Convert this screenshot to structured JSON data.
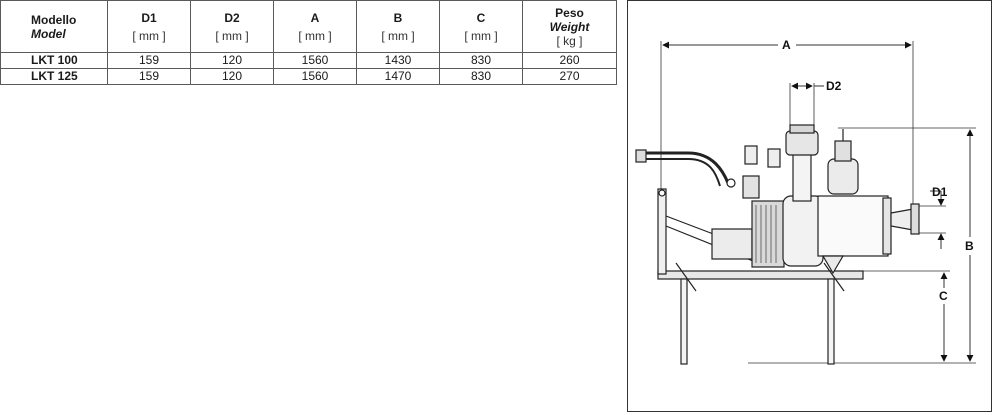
{
  "table": {
    "headers": [
      {
        "line1": "Modello",
        "line2": "Model",
        "unit": ""
      },
      {
        "line1": "D1",
        "line2": "",
        "unit": "[ mm ]"
      },
      {
        "line1": "D2",
        "line2": "",
        "unit": "[ mm ]"
      },
      {
        "line1": "A",
        "line2": "",
        "unit": "[ mm ]"
      },
      {
        "line1": "B",
        "line2": "",
        "unit": "[ mm ]"
      },
      {
        "line1": "C",
        "line2": "",
        "unit": "[ mm ]"
      },
      {
        "line1": "Peso",
        "line2": "Weight",
        "unit": "[ kg ]"
      }
    ],
    "rows": [
      [
        "LKT 100",
        "159",
        "120",
        "1560",
        "1430",
        "830",
        "260"
      ],
      [
        "LKT 125",
        "159",
        "120",
        "1560",
        "1470",
        "830",
        "270"
      ]
    ]
  },
  "drawing": {
    "labels": {
      "a": "A",
      "b": "B",
      "c": "C",
      "d1": "D1",
      "d2": "D2"
    }
  }
}
